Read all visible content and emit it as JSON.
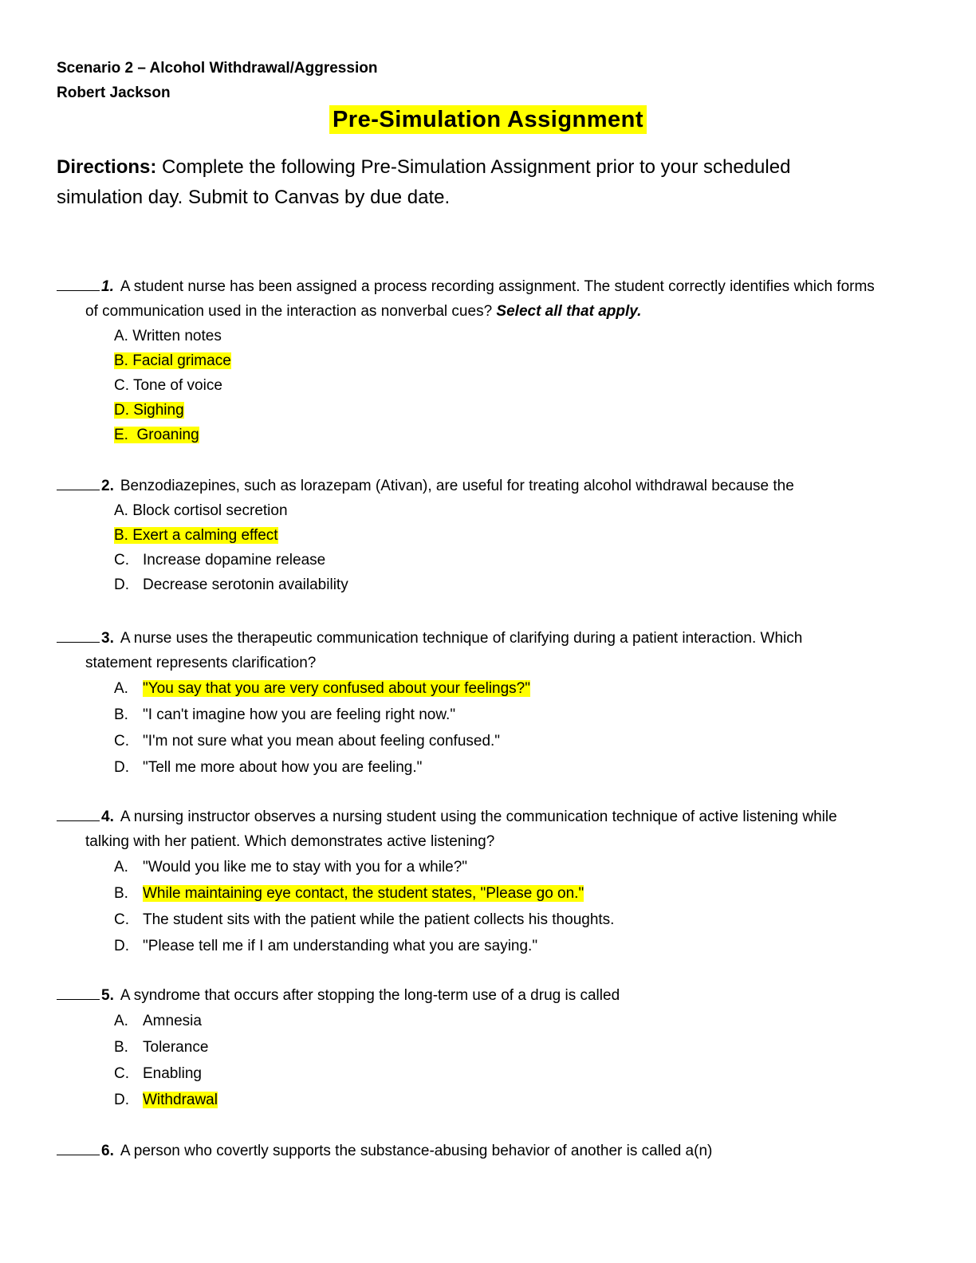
{
  "header": {
    "scenario": "Scenario 2 – Alcohol Withdrawal/Aggression",
    "patient": "Robert Jackson",
    "title": "Pre-Simulation Assignment"
  },
  "directions": {
    "label": "Directions:",
    "text": " Complete the following Pre-Simulation Assignment prior to your scheduled simulation day. Submit to Canvas by due date."
  },
  "questions": [
    {
      "number": "1.",
      "stem": "A student nurse has been assigned a process recording assignment. The student correctly identifies which forms",
      "stem_cont": "of communication used in the interaction as nonverbal cues?",
      "emphasis": "Select all that apply.",
      "options": [
        {
          "letter": "A.",
          "text": "Written notes",
          "highlighted": false
        },
        {
          "letter": "B.",
          "text": "Facial grimace",
          "highlighted": true
        },
        {
          "letter": "C.",
          "text": "Tone of voice",
          "highlighted": false
        },
        {
          "letter": "D.",
          "text": "Sighing",
          "highlighted": true
        },
        {
          "letter": "E.",
          "text": "Groaning",
          "highlighted": true
        }
      ]
    },
    {
      "number": "2.",
      "stem": "Benzodiazepines, such as lorazepam (Ativan), are useful for treating alcohol withdrawal because the",
      "options": [
        {
          "letter": "A.",
          "text": "Block cortisol secretion",
          "highlighted": false
        },
        {
          "letter": "B.",
          "text": "Exert a calming effect",
          "highlighted": true
        },
        {
          "letter": "C.",
          "text": "Increase dopamine release",
          "highlighted": false
        },
        {
          "letter": "D.",
          "text": "Decrease serotonin availability",
          "highlighted": false
        }
      ]
    },
    {
      "number": "3.",
      "stem": "A nurse uses the therapeutic communication technique of clarifying during a patient interaction. Which",
      "stem_cont": "statement represents clarification?",
      "options": [
        {
          "letter": "A.",
          "text": "\"You say that you are very confused about your feelings?\"",
          "highlighted": true
        },
        {
          "letter": "B.",
          "text": "\"I can't imagine how you are feeling right now.\"",
          "highlighted": false
        },
        {
          "letter": "C.",
          "text": "\"I'm not sure what you mean about feeling confused.\"",
          "highlighted": false
        },
        {
          "letter": "D.",
          "text": "\"Tell me more about how you are feeling.\"",
          "highlighted": false
        }
      ]
    },
    {
      "number": "4.",
      "stem": "A nursing instructor observes a nursing student using the communication technique of active listening while",
      "stem_cont": "talking with her patient. Which demonstrates active listening?",
      "options": [
        {
          "letter": "A.",
          "text": "\"Would you like me to stay with you for a while?\"",
          "highlighted": false
        },
        {
          "letter": "B.",
          "text": "While maintaining eye contact, the student states, \"Please go on.\"",
          "highlighted": true
        },
        {
          "letter": "C.",
          "text": "The student sits with the patient while the patient collects his thoughts.",
          "highlighted": false
        },
        {
          "letter": "D.",
          "text": "\"Please tell me if I am understanding what you are saying.\"",
          "highlighted": false
        }
      ]
    },
    {
      "number": "5.",
      "stem": "A syndrome that occurs after stopping the long-term use of a drug is called",
      "options": [
        {
          "letter": "A.",
          "text": "Amnesia",
          "highlighted": false
        },
        {
          "letter": "B.",
          "text": "Tolerance",
          "highlighted": false
        },
        {
          "letter": "C.",
          "text": "Enabling",
          "highlighted": false
        },
        {
          "letter": "D.",
          "text": "Withdrawal",
          "highlighted": true
        }
      ]
    },
    {
      "number": "6.",
      "stem": "A person who covertly supports the substance-abusing behavior of another is called a(n)"
    }
  ],
  "colors": {
    "highlight": "#ffff00"
  }
}
